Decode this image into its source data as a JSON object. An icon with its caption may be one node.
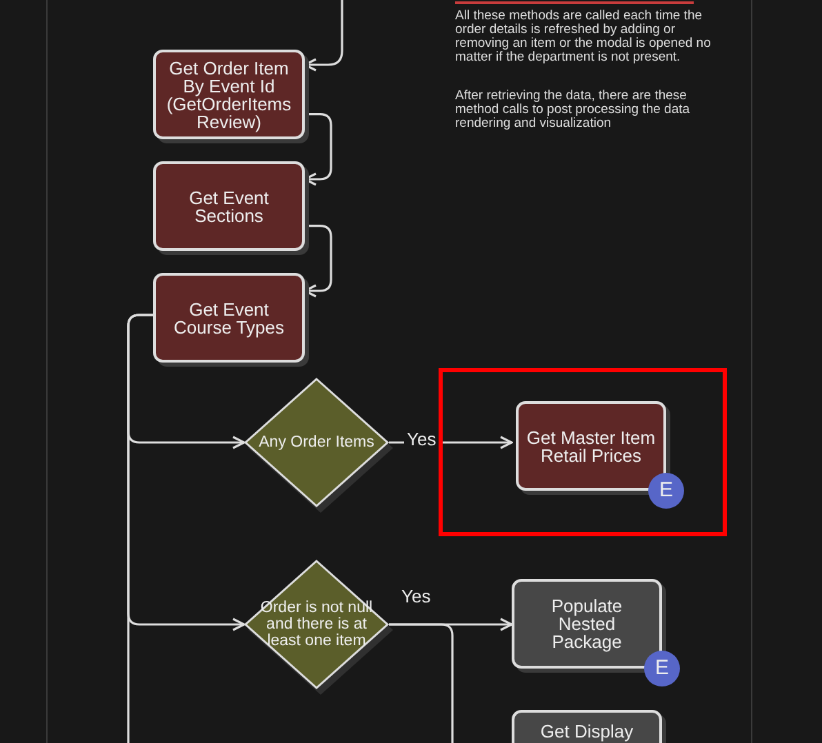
{
  "diagram": {
    "nodes": [
      {
        "text": [
          "Get Order Item By Event Id (GetOrderItems Review)"
        ]
      },
      {
        "text": [
          "Get Event Sections"
        ]
      },
      {
        "text": [
          "Get Event Course Types"
        ]
      },
      {
        "text": [
          "Any Order Items"
        ]
      },
      {
        "text": [],
        "shape": "box"
      },
      {
        "text": [
          "Get Master Item Retail Prices"
        ],
        "in": 4,
        "beside": [
          "E"
        ]
      },
      {
        "text": [
          "Order is not null and there is at least one item"
        ]
      },
      {
        "text": [
          "Populate Nested Package"
        ],
        "beside": [
          "E"
        ]
      },
      {
        "text": [
          "Get Display"
        ]
      }
    ],
    "edges": [
      {
        "from": null,
        "to": 0,
        "arrow": "to"
      },
      {
        "from": 0,
        "to": 1,
        "arrow": "to"
      },
      {
        "from": 1,
        "to": 2,
        "arrow": "to"
      },
      {
        "from": 2,
        "to": 3,
        "arrow": "to"
      },
      {
        "from": 2,
        "to": 6,
        "arrow": "to"
      },
      {
        "from": 2,
        "to": null,
        "arrow": "none"
      },
      {
        "from": 3,
        "to": 5,
        "arrow": "to",
        "label": "Yes"
      },
      {
        "from": 6,
        "to": 7,
        "arrow": "to",
        "label": "Yes"
      },
      {
        "from": 6,
        "to": null,
        "arrow": "none"
      }
    ],
    "labels": [
      "All these methods are called each time the order details is refreshed by adding or removing an item or the modal is opened no matter if the department is not present.",
      "After retrieving the data, there are these method calls to post processing the data rendering and visualization"
    ]
  }
}
